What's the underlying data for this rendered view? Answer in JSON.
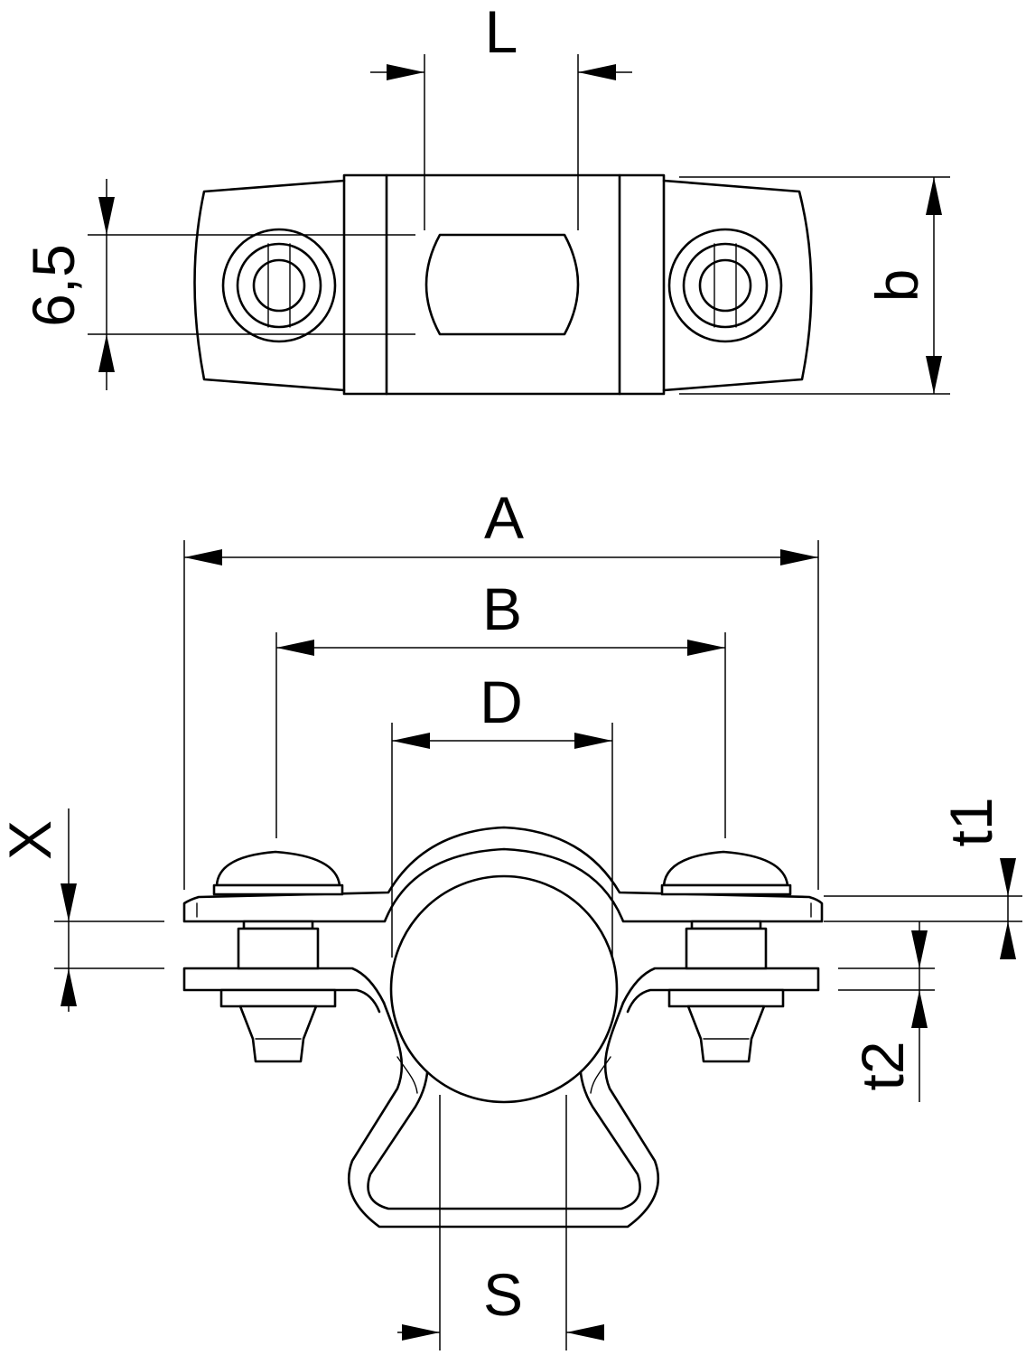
{
  "labels": {
    "L": "L",
    "hole": "6,5",
    "b": "b",
    "A": "A",
    "B": "B",
    "D": "D",
    "X": "X",
    "t1": "t1",
    "t2": "t2",
    "S": "S"
  }
}
